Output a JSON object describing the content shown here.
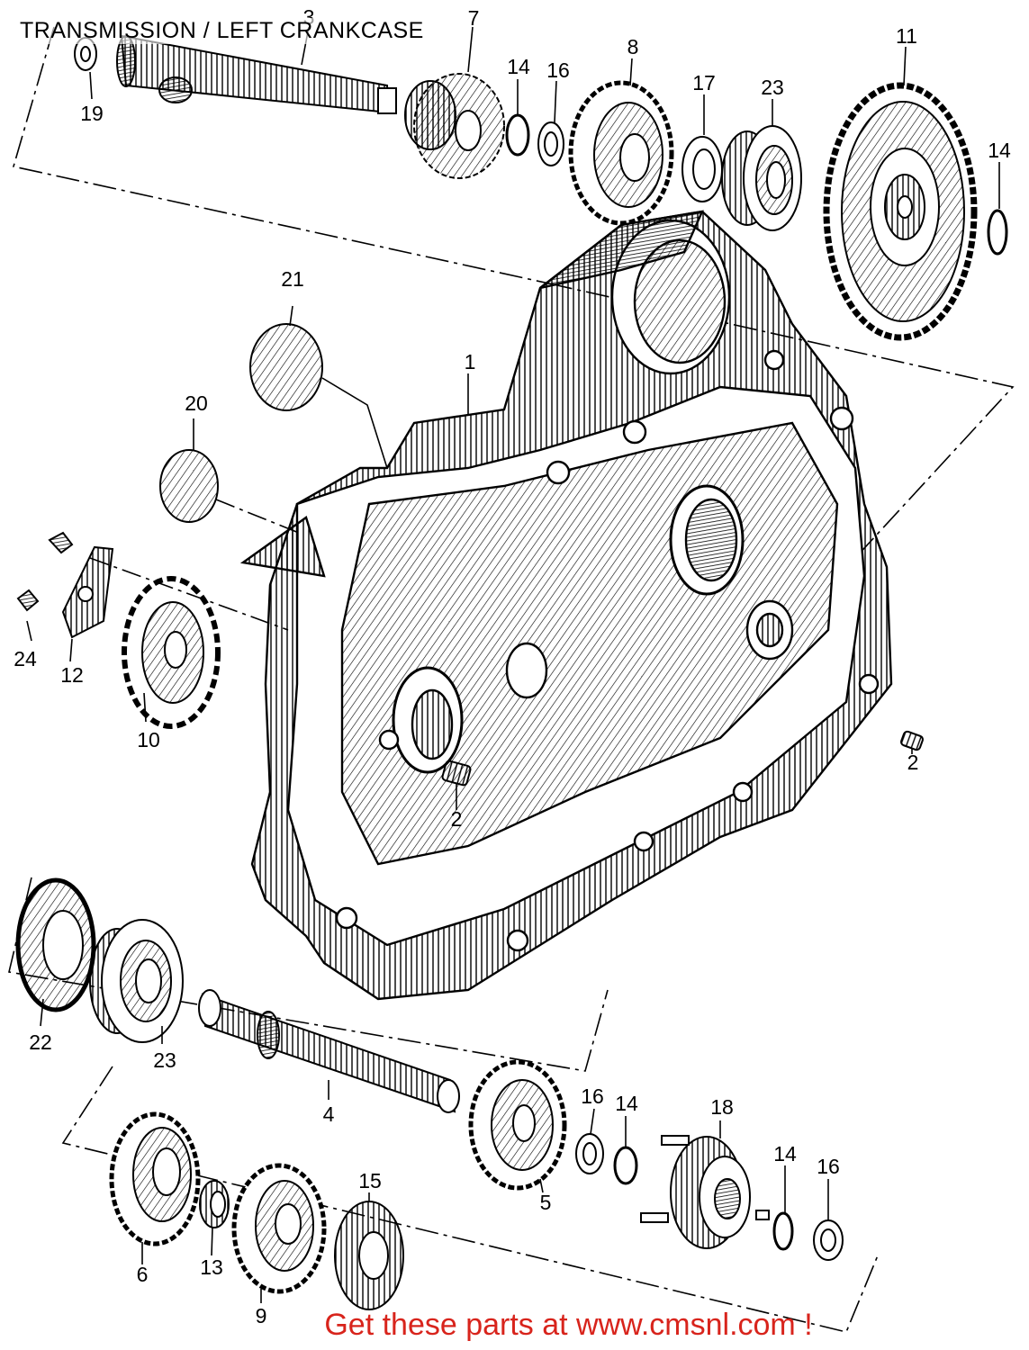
{
  "diagram": {
    "title": "TRANSMISSION / LEFT CRANKCASE",
    "footer": "Get these parts at www.cmsnl.com !",
    "colors": {
      "ink": "#000000",
      "footer": "#d8241c",
      "background": "#ffffff"
    },
    "callouts": [
      {
        "id": "c3",
        "text": "3"
      },
      {
        "id": "c7",
        "text": "7"
      },
      {
        "id": "c19",
        "text": "19"
      },
      {
        "id": "c14a",
        "text": "14"
      },
      {
        "id": "c16a",
        "text": "16"
      },
      {
        "id": "c8",
        "text": "8"
      },
      {
        "id": "c17",
        "text": "17"
      },
      {
        "id": "c23a",
        "text": "23"
      },
      {
        "id": "c11",
        "text": "11"
      },
      {
        "id": "c14b",
        "text": "14"
      },
      {
        "id": "c21",
        "text": "21"
      },
      {
        "id": "c1",
        "text": "1"
      },
      {
        "id": "c20",
        "text": "20"
      },
      {
        "id": "c24",
        "text": "24"
      },
      {
        "id": "c12",
        "text": "12"
      },
      {
        "id": "c10",
        "text": "10"
      },
      {
        "id": "c2a",
        "text": "2"
      },
      {
        "id": "c2b",
        "text": "2"
      },
      {
        "id": "c22",
        "text": "22"
      },
      {
        "id": "c23b",
        "text": "23"
      },
      {
        "id": "c4",
        "text": "4"
      },
      {
        "id": "c16b",
        "text": "16"
      },
      {
        "id": "c14c",
        "text": "14"
      },
      {
        "id": "c18",
        "text": "18"
      },
      {
        "id": "c5",
        "text": "5"
      },
      {
        "id": "c14d",
        "text": "14"
      },
      {
        "id": "c16c",
        "text": "16"
      },
      {
        "id": "c15",
        "text": "15"
      },
      {
        "id": "c6",
        "text": "6"
      },
      {
        "id": "c13",
        "text": "13"
      },
      {
        "id": "c9",
        "text": "9"
      }
    ]
  }
}
